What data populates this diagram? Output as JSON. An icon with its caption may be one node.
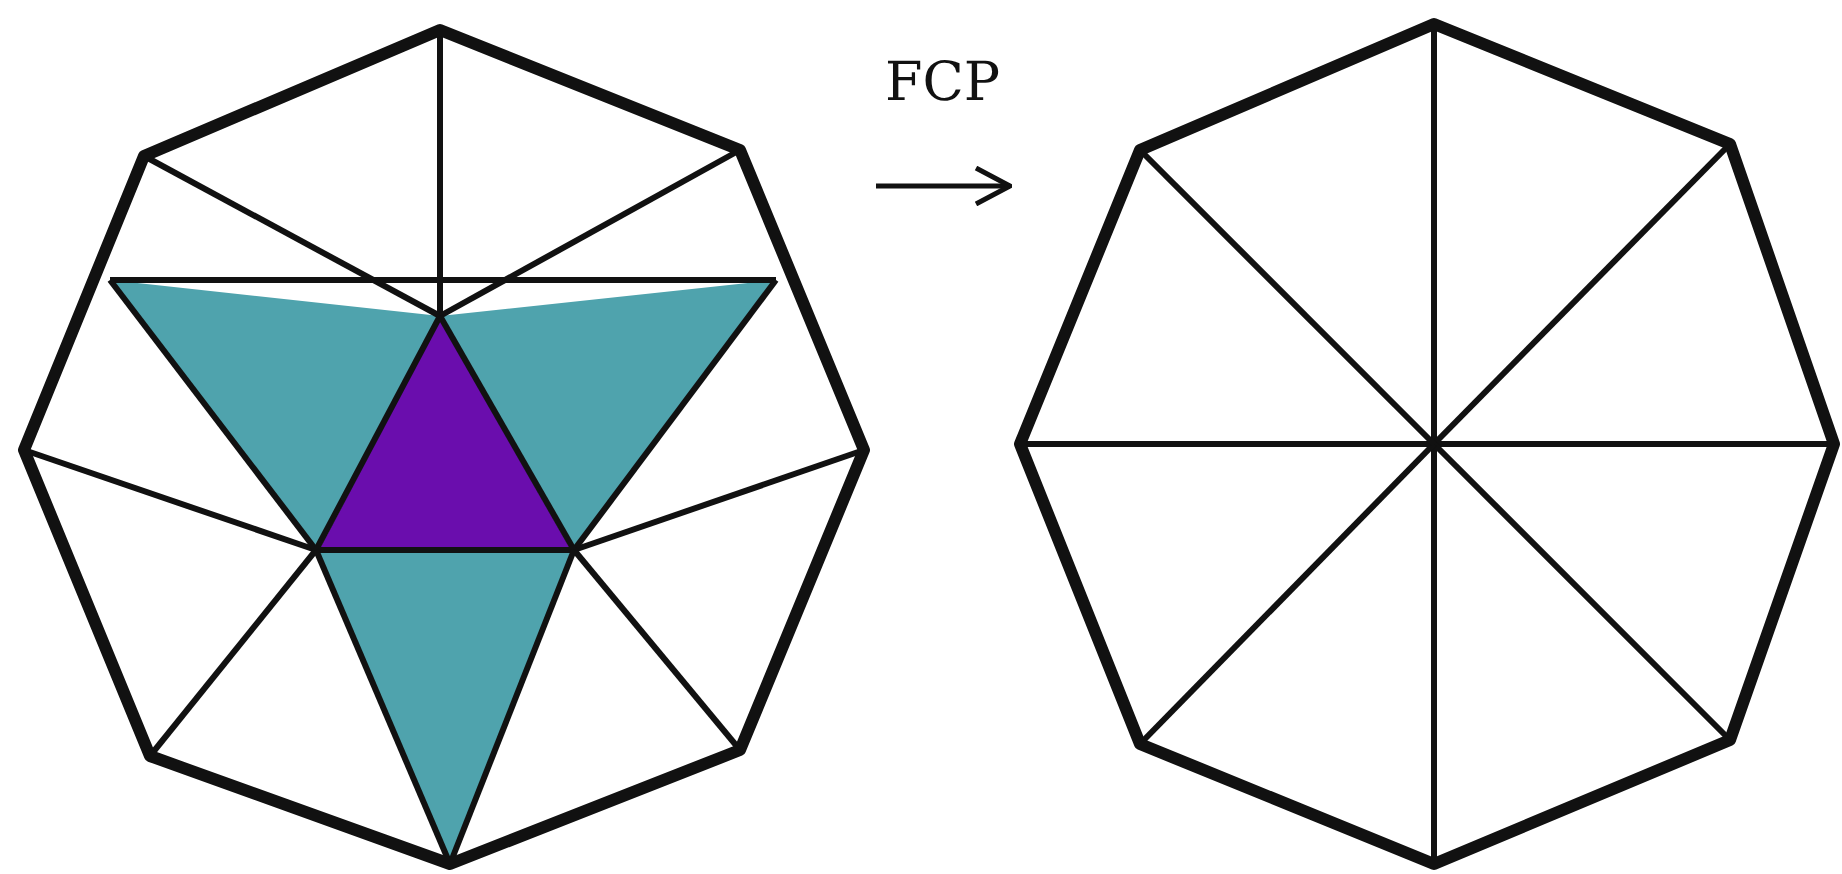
{
  "diagram": {
    "nodes": [
      {
        "text": [],
        "shape": "picture"
      },
      {
        "text": [],
        "shape": "picture"
      }
    ],
    "edges": [
      {
        "from": 0,
        "to": 1,
        "arrow": "to",
        "label": "FCP"
      }
    ]
  }
}
